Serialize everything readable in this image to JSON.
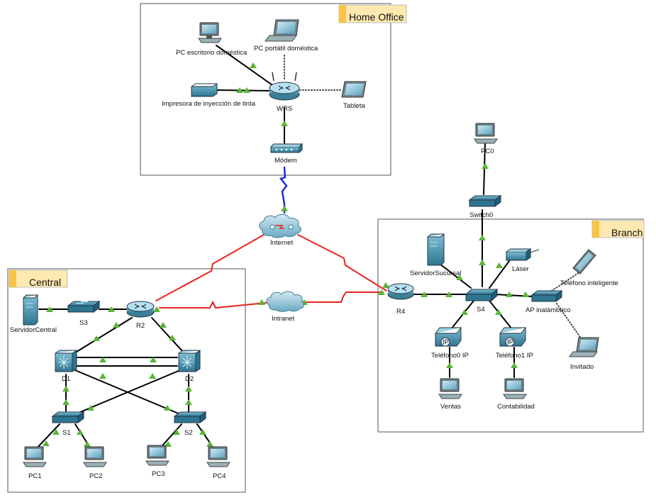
{
  "zones": [
    {
      "id": "home",
      "title": "Home Office"
    },
    {
      "id": "branch",
      "title": "Branch"
    },
    {
      "id": "central",
      "title": "Central"
    }
  ],
  "devices": {
    "pc_home": "PC escritorio doméstica",
    "laptop_home": "PC portátil doméstica",
    "printer": "Impresora de inyección de tinta",
    "wrs": "WRS",
    "tablet": "Tableta",
    "modem": "Módem",
    "internet": "Internet",
    "intranet": "Intranet",
    "pc0": "PC0",
    "switch0": "Switch0",
    "servidor_sucursal": "ServidorSucursal",
    "laser": "Láser",
    "smartphone": "Teléfono inteligente",
    "r4": "R4",
    "s4": "S4",
    "ap": "AP inalámbrico",
    "invitado": "Invitado",
    "tel0": "Teléfono0 IP",
    "tel1": "Teléfono1 IP",
    "ventas": "Ventas",
    "contabilidad": "Contabilidad",
    "servidor_central": "ServidorCentral",
    "s3": "S3",
    "r2": "R2",
    "d1": "D1",
    "d2": "D2",
    "s1": "S1",
    "s2": "S2",
    "pc1": "PC1",
    "pc2": "PC2",
    "pc3": "PC3",
    "pc4": "PC4"
  },
  "ip_badge": "IP",
  "colors": {
    "ethernet": "#000000",
    "serial": "#e8231d",
    "phone_line": "#1b2fd6",
    "link_up": "#5ab536",
    "device": "#3f8ea8",
    "device_dark": "#1f5f78",
    "zone_tab": "#ffe9b0"
  }
}
